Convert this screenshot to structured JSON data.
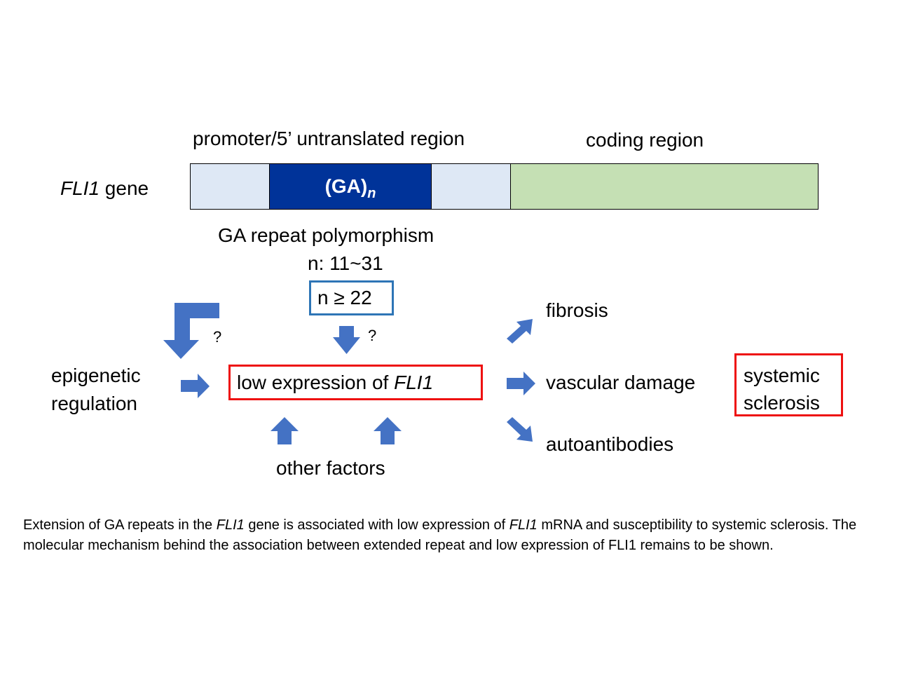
{
  "gene": {
    "label_italic": "FLI1",
    "label_rest": " gene",
    "region_labels": {
      "promoter": "promoter/5’ untranslated region",
      "coding": "coding region"
    },
    "repeat_label_main": "(GA)",
    "repeat_label_sub": "n",
    "colors": {
      "utr": "#dee8f5",
      "repeat": "#003399",
      "coding": "#c5e0b4"
    }
  },
  "polymorphism": {
    "title": "GA repeat polymorphism",
    "range": "n: 11~31",
    "threshold": "n ≥ 22",
    "threshold_border": "#2e75b6"
  },
  "mechanism": {
    "question_mark_1": "?",
    "question_mark_2": "?",
    "epigenetic_line1": "epigenetic",
    "epigenetic_line2": "regulation",
    "center_prefix": "low expression of ",
    "center_italic": "FLI1",
    "center_border": "#ee1111",
    "other_factors": "other factors",
    "arrow_color": "#4472c4"
  },
  "outcomes": {
    "items": [
      "fibrosis",
      "vascular damage",
      "autoantibodies"
    ],
    "disease_line1": "systemic",
    "disease_line2": "sclerosis"
  },
  "caption": {
    "part1": "Extension of GA repeats in the ",
    "italic1": "FLI1",
    "part2": " gene is associated with low expression of ",
    "italic2": "FLI1",
    "part3": " mRNA and susceptibility to systemic sclerosis.  The molecular mechanism behind the association between extended repeat and low expression of FLI1 remains to be shown."
  }
}
